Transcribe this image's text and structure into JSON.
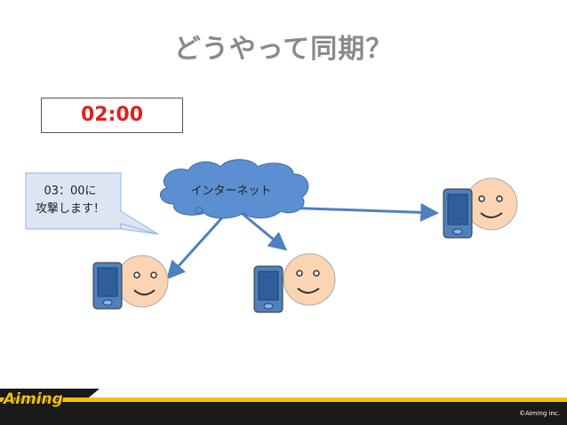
{
  "slide": {
    "title": "どうやって同期？",
    "timer": "02:00",
    "speech_bubble": {
      "line1": "03：00に",
      "line2": "攻撃します！"
    },
    "cloud_label": "インターネット",
    "brand": "Aiming",
    "copyright": "©Aiming inc."
  },
  "colors": {
    "title_gray": "#8a8a8a",
    "timer_red": "#e02020",
    "arrow_blue": "#4f81bd",
    "cloud_blue": "#5b8fd1",
    "face_peach": "#fbd4b4",
    "brand_yellow": "#f2c200"
  }
}
